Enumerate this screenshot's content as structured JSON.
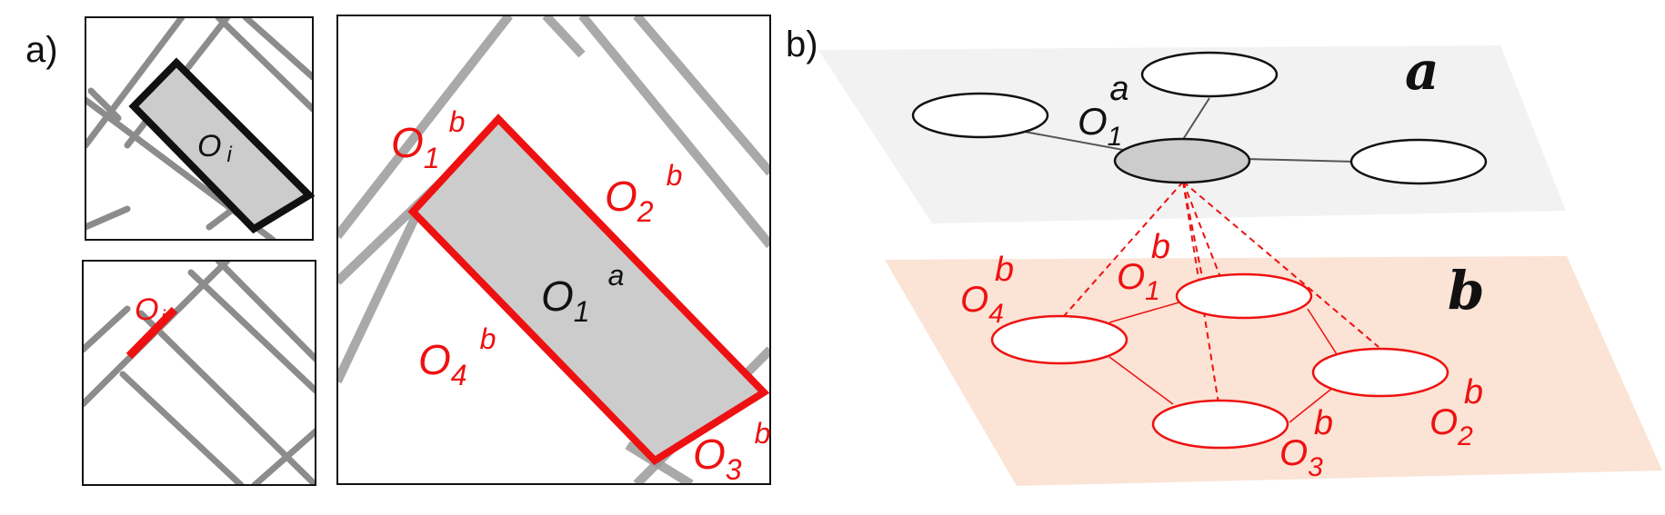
{
  "panel_a": {
    "label": "a)",
    "subfig1": {
      "object_label": "O",
      "object_subscript": "i"
    },
    "subfig2": {
      "object_label": "O",
      "object_subscript": "j"
    },
    "subfig3": {
      "center_label": {
        "base": "O",
        "sub": "1",
        "sup": "a"
      },
      "neighbors": [
        {
          "base": "O",
          "sub": "1",
          "sup": "b"
        },
        {
          "base": "O",
          "sub": "2",
          "sup": "b"
        },
        {
          "base": "O",
          "sub": "3",
          "sup": "b"
        },
        {
          "base": "O",
          "sub": "4",
          "sup": "b"
        }
      ]
    }
  },
  "panel_b": {
    "label": "b)",
    "layer_a": {
      "name": "a",
      "node_label": {
        "base": "O",
        "sub": "1",
        "sup": "a"
      }
    },
    "layer_b": {
      "name": "b",
      "node_labels": [
        {
          "base": "O",
          "sub": "1",
          "sup": "b"
        },
        {
          "base": "O",
          "sub": "2",
          "sup": "b"
        },
        {
          "base": "O",
          "sub": "3",
          "sup": "b"
        },
        {
          "base": "O",
          "sub": "4",
          "sup": "b"
        }
      ]
    }
  },
  "colors": {
    "red": "#ee1111",
    "black": "#111111",
    "object_fill": "#cccccc",
    "layer_a_fill": "#f2f2f2",
    "layer_b_fill": "#fbe3d5",
    "road": "#8c8c8c"
  }
}
